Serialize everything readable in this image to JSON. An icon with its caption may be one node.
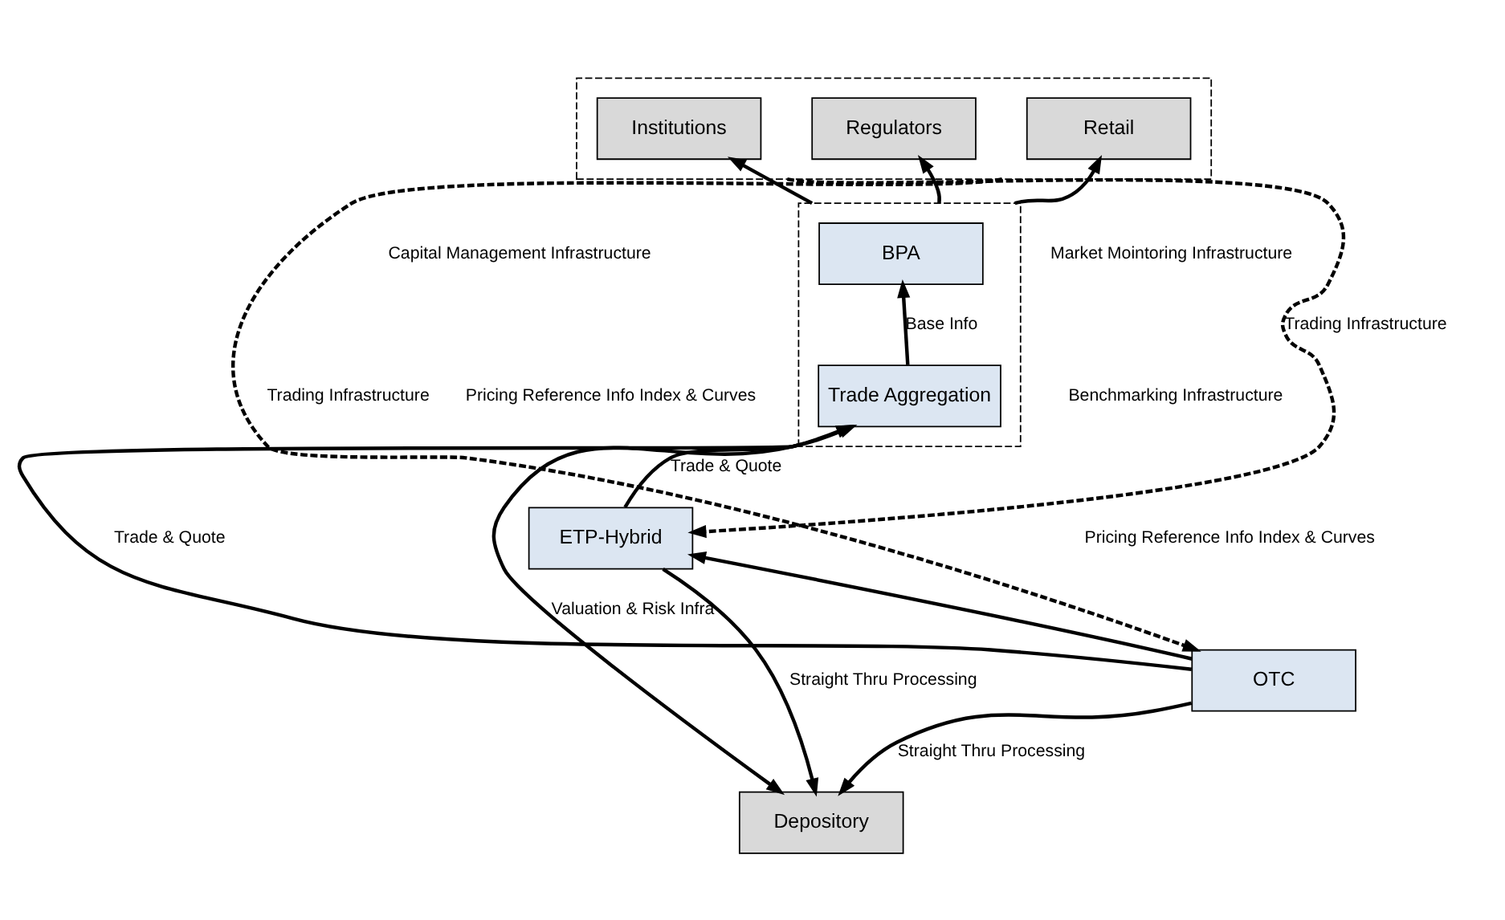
{
  "diagram": {
    "nodes": [
      {
        "text": [],
        "shape": "box"
      },
      {
        "text": [
          "Retail"
        ],
        "in": 0
      },
      {
        "text": [
          "Regulators"
        ],
        "in": 0
      },
      {
        "text": [
          "Institutions"
        ],
        "in": 0
      },
      {
        "text": [],
        "shape": "box"
      },
      {
        "text": [
          "BPA"
        ],
        "in": 4
      },
      {
        "text": [
          "Trade Aggregation"
        ],
        "in": 4
      },
      {
        "text": [
          "OTC"
        ]
      },
      {
        "text": [
          "ETP-Hybrid"
        ]
      },
      {
        "text": [
          "Depository"
        ]
      }
    ],
    "edges": [
      {
        "from": 0,
        "to": 7,
        "arrow": "to",
        "style": "dashed",
        "label": "Trading Infrastructure"
      },
      {
        "from": 0,
        "to": 8,
        "arrow": "to",
        "style": "dashed",
        "label": "Trading Infrastructure"
      },
      {
        "from": 4,
        "to": 1,
        "arrow": "to"
      },
      {
        "from": 4,
        "to": 2,
        "arrow": "to"
      },
      {
        "from": 4,
        "to": 3,
        "arrow": "to"
      },
      {
        "from": 7,
        "to": 8,
        "arrow": "to"
      },
      {
        "from": 7,
        "to": 6,
        "arrow": "to",
        "label": "Trade & Quote"
      },
      {
        "from": 8,
        "to": 6,
        "arrow": "to",
        "label": "Trade & Quote"
      },
      {
        "from": 6,
        "to": 5,
        "arrow": "to",
        "label": "Base Info"
      },
      {
        "from": 4,
        "to": 9,
        "arrow": "to",
        "label": "Valuation & Risk Infra"
      },
      {
        "from": 7,
        "to": 9,
        "arrow": "to",
        "label": "Straight Thru Processing"
      },
      {
        "from": 8,
        "to": 9,
        "arrow": "to",
        "label": "Straight Thru Processing"
      }
    ],
    "labels": [
      "Market Mointoring Infrastructure",
      "Benchmarking Infrastructure",
      "Capital Management Infrastructure",
      "Pricing Reference Info Index & Curves",
      "Pricing Reference Info Index & Curves"
    ]
  }
}
